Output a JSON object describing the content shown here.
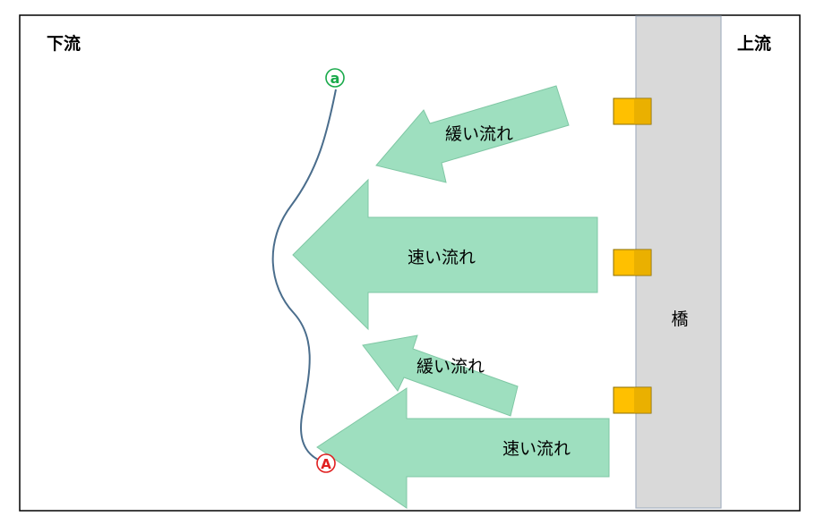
{
  "labels": {
    "downstream": "下流",
    "upstream": "上流",
    "bridge": "橋",
    "slow_flow_top": "緩い流れ",
    "fast_flow_top": "速い流れ",
    "slow_flow_bottom": "緩い流れ",
    "fast_flow_bottom": "速い流れ"
  },
  "markers": {
    "point_small_a": "a",
    "point_big_a": "A"
  },
  "colors": {
    "arrow_fill": "#9edfbf",
    "arrow_stroke": "#7fc7a4",
    "bridge_fill": "#d9d9d9",
    "bridge_stroke": "#a7b2c2",
    "pier_fill": "#ffc000",
    "pier_stroke": "#8a6d00",
    "line_color": "#4a6d8c",
    "marker_small_color": "#18a94a",
    "marker_big_color": "#e02020",
    "text_color": "#000000"
  }
}
